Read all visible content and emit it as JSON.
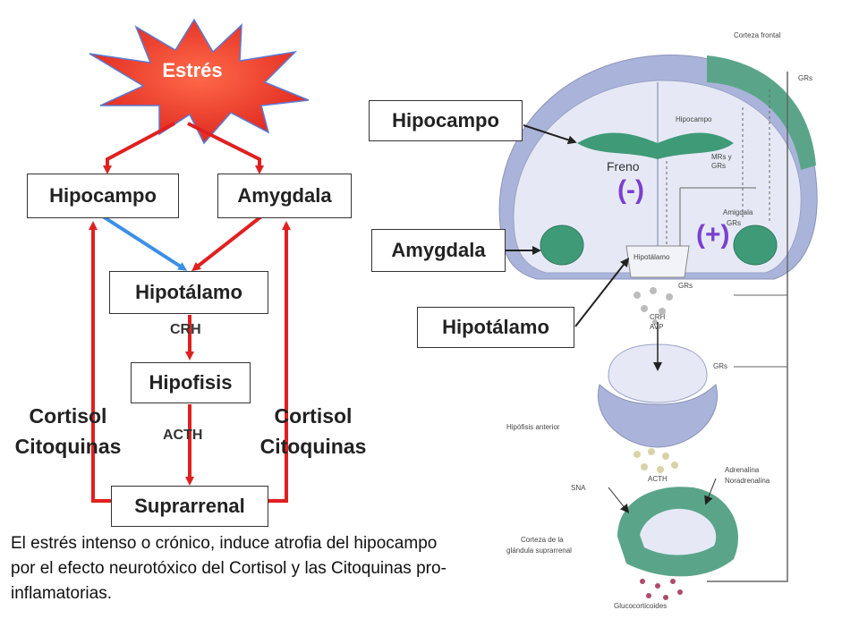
{
  "left": {
    "stress": "Estrés",
    "hipocampo": "Hipocampo",
    "amygdala": "Amygdala",
    "hipotalamo": "Hipotálamo",
    "crh": "CRH",
    "hipofisis": "Hipofisis",
    "acth": "ACTH",
    "suprarrenal": "Suprarrenal",
    "cortisol_left": "Cortisol",
    "citoquinas_left": "Citoquinas",
    "cortisol_right": "Cortisol",
    "citoquinas_right": "Citoquinas"
  },
  "caption": "El estrés intenso o crónico, induce atrofia del hipocampo por el efecto neurotóxico del Cortisol y las Citoquinas pro-inflamatorias.",
  "right": {
    "hipocampo": "Hipocampo",
    "amygdala": "Amygdala",
    "hipotalamo": "Hipotálamo",
    "freno": "Freno",
    "minus": "(-)",
    "plus": "(+)",
    "brain_labels": {
      "corteza_frontal": "Corteza frontal",
      "grs1": "GRs",
      "hipocampo": "Hipocampo",
      "mrs": "MRs y",
      "grs2": "GRs",
      "amigdala": "Amigdala",
      "grs3": "GRs",
      "hipotalamo": "Hipotálamo",
      "grs4": "GRs",
      "crh": "CRH",
      "avp": "AVP",
      "grs5": "GRs",
      "hipofisis_anterior": "Hipófisis anterior",
      "sna": "SNA",
      "acth": "ACTH",
      "adrenalina": "Adrenalina",
      "noradrenalina": "Noradrenalina",
      "corteza_de_la": "Corteza de la",
      "glandula": "glándula suprarrenal",
      "glucocorticoides": "Glucocorticoides"
    }
  },
  "colors": {
    "red": "#e02020",
    "blue": "#3b8fe8",
    "stress_red": "#e8322a",
    "brain_blue": "#c9cfe6",
    "brain_green": "#2f8f70"
  }
}
